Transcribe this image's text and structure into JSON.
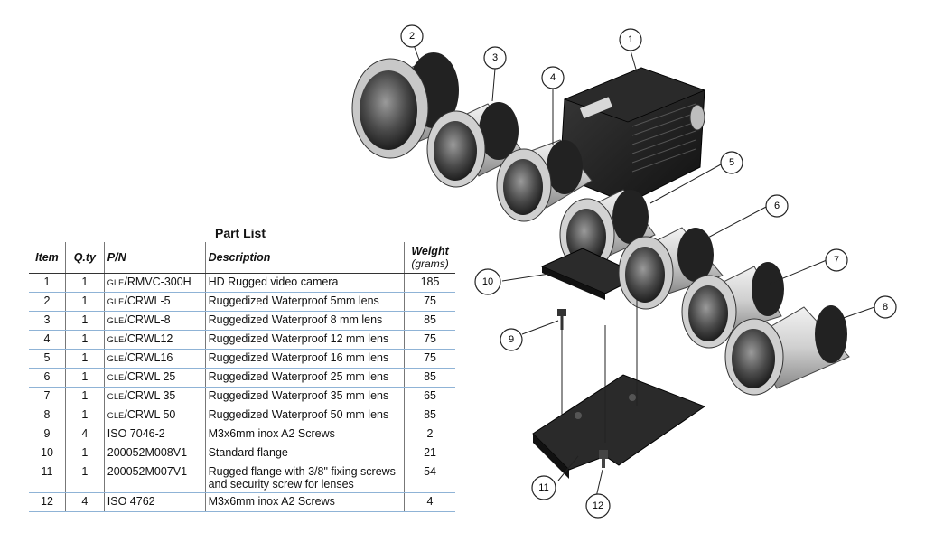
{
  "table": {
    "title": "Part List",
    "headers": {
      "item": "Item",
      "qty": "Q.ty",
      "pn": "P/N",
      "description": "Description",
      "weight": "Weight",
      "weight_unit": "(grams)"
    },
    "rows": [
      {
        "item": "1",
        "qty": "1",
        "pn_prefix": "GLE",
        "pn_rest": "/RMVC-300H",
        "description": "HD Rugged video camera",
        "weight": "185"
      },
      {
        "item": "2",
        "qty": "1",
        "pn_prefix": "GLE",
        "pn_rest": "/CRWL-5",
        "description": "Ruggedized Waterproof  5mm lens",
        "weight": "75"
      },
      {
        "item": "3",
        "qty": "1",
        "pn_prefix": "GLE",
        "pn_rest": "/CRWL-8",
        "description": "Ruggedized Waterproof 8 mm lens",
        "weight": "85"
      },
      {
        "item": "4",
        "qty": "1",
        "pn_prefix": "GLE",
        "pn_rest": "/CRWL12",
        "description": "Ruggedized Waterproof 12 mm lens",
        "weight": "75"
      },
      {
        "item": "5",
        "qty": "1",
        "pn_prefix": "GLE",
        "pn_rest": "/CRWL16",
        "description": "Ruggedized Waterproof 16 mm lens",
        "weight": "75"
      },
      {
        "item": "6",
        "qty": "1",
        "pn_prefix": "GLE",
        "pn_rest": "/CRWL 25",
        "description": "Ruggedized Waterproof 25 mm lens",
        "weight": "85"
      },
      {
        "item": "7",
        "qty": "1",
        "pn_prefix": "GLE",
        "pn_rest": "/CRWL 35",
        "description": "Ruggedized Waterproof 35 mm lens",
        "weight": "65"
      },
      {
        "item": "8",
        "qty": "1",
        "pn_prefix": "GLE",
        "pn_rest": "/CRWL 50",
        "description": "Ruggedized Waterproof 50 mm lens",
        "weight": "85"
      },
      {
        "item": "9",
        "qty": "4",
        "pn_prefix": "",
        "pn_rest": "ISO 7046-2",
        "description": "M3x6mm inox A2 Screws",
        "weight": "2"
      },
      {
        "item": "10",
        "qty": "1",
        "pn_prefix": "",
        "pn_rest": "200052M008V1",
        "description": "Standard flange",
        "weight": "21"
      },
      {
        "item": "11",
        "qty": "1",
        "pn_prefix": "",
        "pn_rest": "200052M007V1",
        "description": "Rugged flange with 3/8\" fixing screws and security screw for lenses",
        "weight": "54"
      },
      {
        "item": "12",
        "qty": "4",
        "pn_prefix": "",
        "pn_rest": "ISO 4762",
        "description": "M3x6mm inox A2 Screws",
        "weight": "4"
      }
    ]
  },
  "diagram": {
    "callouts": [
      "1",
      "2",
      "3",
      "4",
      "5",
      "6",
      "7",
      "8",
      "9",
      "10",
      "11",
      "12"
    ]
  }
}
